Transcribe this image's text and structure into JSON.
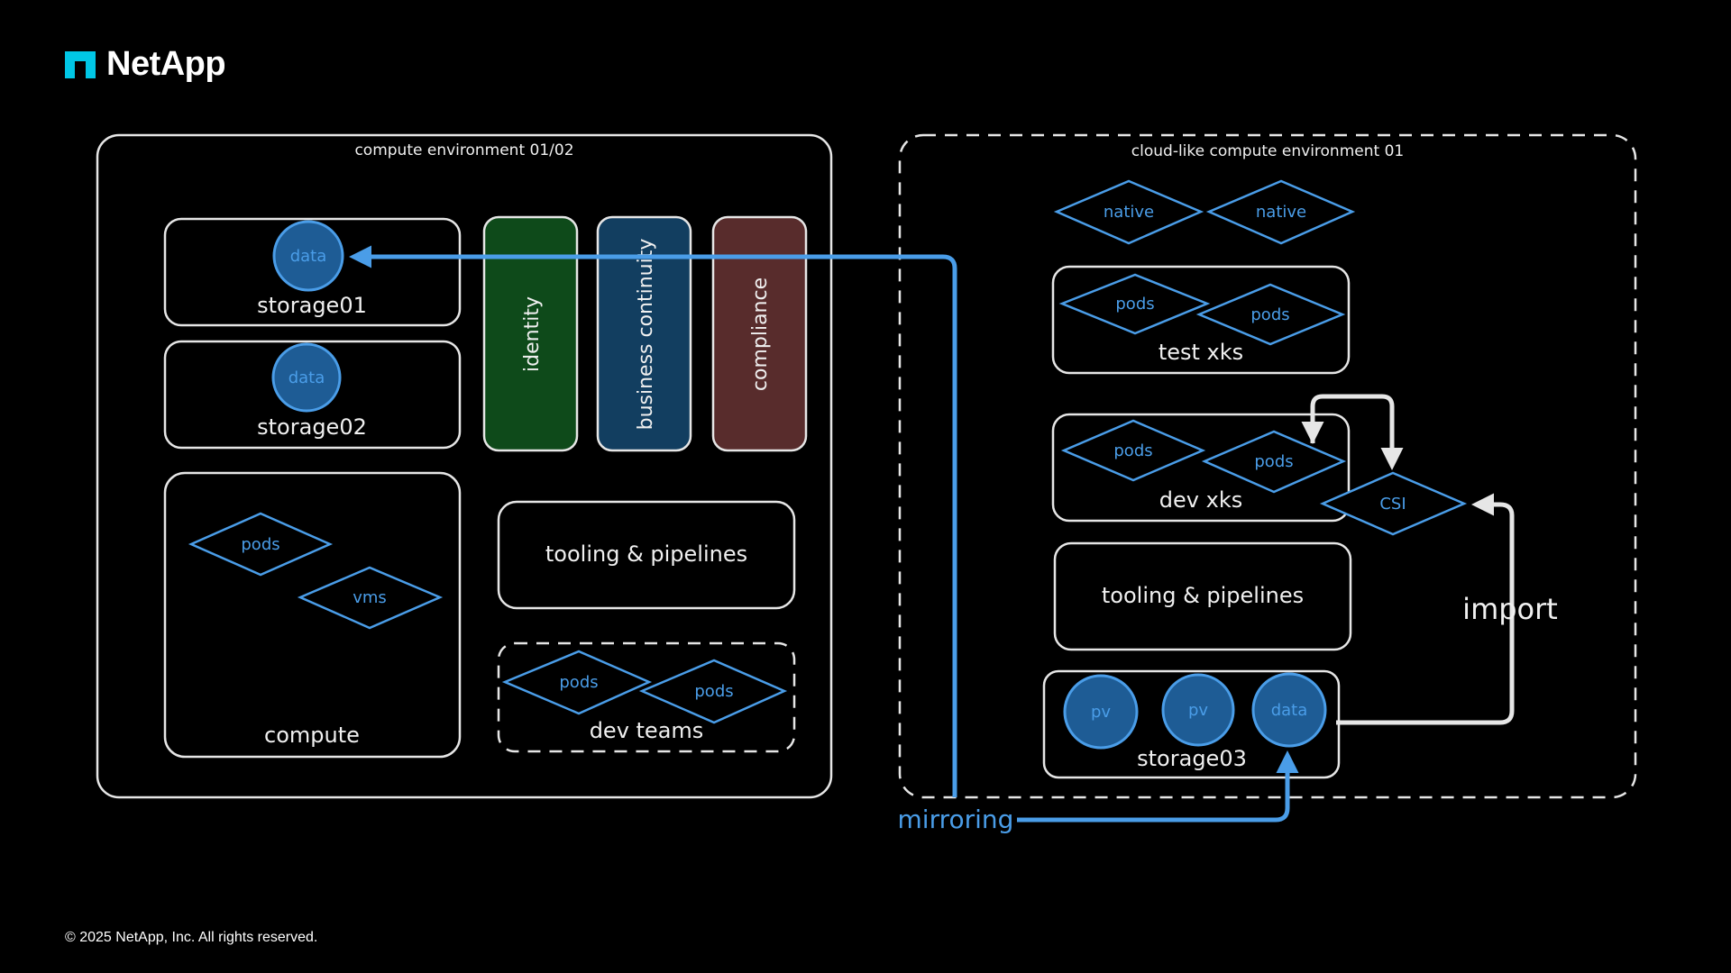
{
  "logo": {
    "text": "NetApp",
    "icon": "netapp-logo-icon",
    "color": "#00c7e6"
  },
  "copyright": "© 2025 NetApp, Inc. All rights reserved.",
  "colors": {
    "accent_blue": "#4a9de8",
    "identity": "#0e4a1a",
    "business_continuity": "#123e60",
    "compliance": "#582c2c"
  },
  "left_env": {
    "title": "compute environment 01/02",
    "storage01": {
      "label": "storage01",
      "data": "data"
    },
    "storage02": {
      "label": "storage02",
      "data": "data"
    },
    "pillars": [
      "identity",
      "business continuity",
      "compliance"
    ],
    "compute": {
      "label": "compute",
      "pods": "pods",
      "vms": "vms"
    },
    "tooling": "tooling & pipelines",
    "dev_teams": {
      "label": "dev teams",
      "pods": [
        "pods",
        "pods"
      ]
    }
  },
  "right_env": {
    "title": "cloud-like compute environment 01",
    "native": [
      "native",
      "native"
    ],
    "test_xks": {
      "label": "test xks",
      "pods": [
        "pods",
        "pods"
      ]
    },
    "dev_xks": {
      "label": "dev xks",
      "pods": [
        "pods",
        "pods"
      ]
    },
    "csi": "CSI",
    "tooling": "tooling & pipelines",
    "storage03": {
      "label": "storage03",
      "pv": [
        "pv",
        "pv"
      ],
      "data": "data"
    }
  },
  "connectors": {
    "mirroring": "mirroring",
    "import": "import"
  }
}
